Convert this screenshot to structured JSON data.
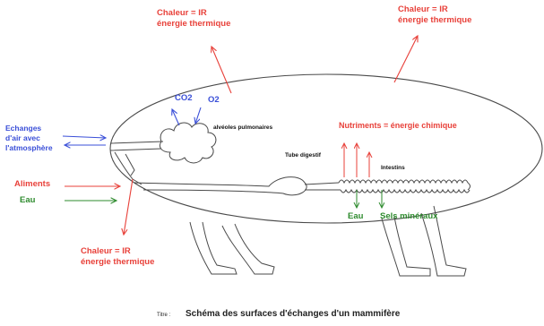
{
  "labels": {
    "heat_top_left": "Chaleur = IR\nénergie thermique",
    "heat_top_right": "Chaleur = IR\nénergie thermique",
    "heat_bottom": "Chaleur = IR\nénergie thermique",
    "co2": "CO2",
    "o2": "O2",
    "alveoles": "alvéoles pulmonaires",
    "echanges": "Echanges\nd'air avec\nl'atmosphère",
    "nutriments": "Nutriments = énergie chimique",
    "tube": "Tube digestif",
    "intestins": "Intestins",
    "aliments": "Aliments",
    "eau_in": "Eau",
    "eau_out": "Eau",
    "sels": "Sels minéraux"
  },
  "title": {
    "prefix": "Titre :",
    "text": "Schéma des surfaces d'échanges d'un mammifère"
  },
  "colors": {
    "heat": "#e8413a",
    "air": "#3a4fd8",
    "water_minerals": "#2e8b2e",
    "outline": "#4a4a4a"
  }
}
